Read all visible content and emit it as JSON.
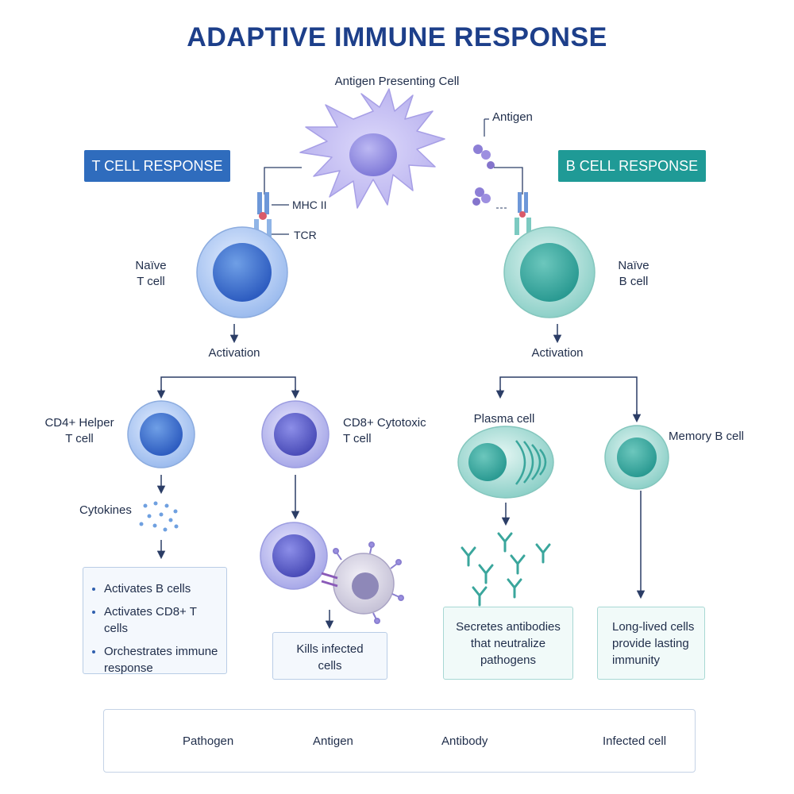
{
  "title": "ADAPTIVE IMMUNE RESPONSE",
  "top": {
    "apc_label": "Antigen Presenting Cell",
    "antigen_label": "Antigen",
    "mhc_label": "MHC II",
    "tcr_label": "TCR"
  },
  "t_branch": {
    "banner": "T CELL RESPONSE",
    "naive_line1": "Naïve",
    "naive_line2": "T cell",
    "activation": "Activation",
    "cd4_line1": "CD4+ Helper",
    "cd4_line2": "T cell",
    "cd8_line1": "CD8+ Cytotoxic",
    "cd8_line2": "T cell",
    "cytokines": "Cytokines",
    "helper_box": [
      "Activates B cells",
      "Activates CD8+ T cells",
      "Orchestrates immune response"
    ],
    "kill_box": "Kills infected cells"
  },
  "b_branch": {
    "banner": "B CELL RESPONSE",
    "naive_line1": "Naïve",
    "naive_line2": "B cell",
    "activation": "Activation",
    "plasma": "Plasma cell",
    "memory": "Memory B cell",
    "plasma_box": "Secretes antibodies that neutralize pathogens",
    "memory_box": "Long-lived cells provide lasting immunity"
  },
  "legend": {
    "pathogen": "Pathogen",
    "antigen": "Antigen",
    "antibody": "Antibody",
    "infected": "Infected cell"
  },
  "colors": {
    "t_banner": "#2f6cbd",
    "b_banner": "#1f9a96",
    "title": "#1d3f8a",
    "arrow": "#2b3d66"
  }
}
